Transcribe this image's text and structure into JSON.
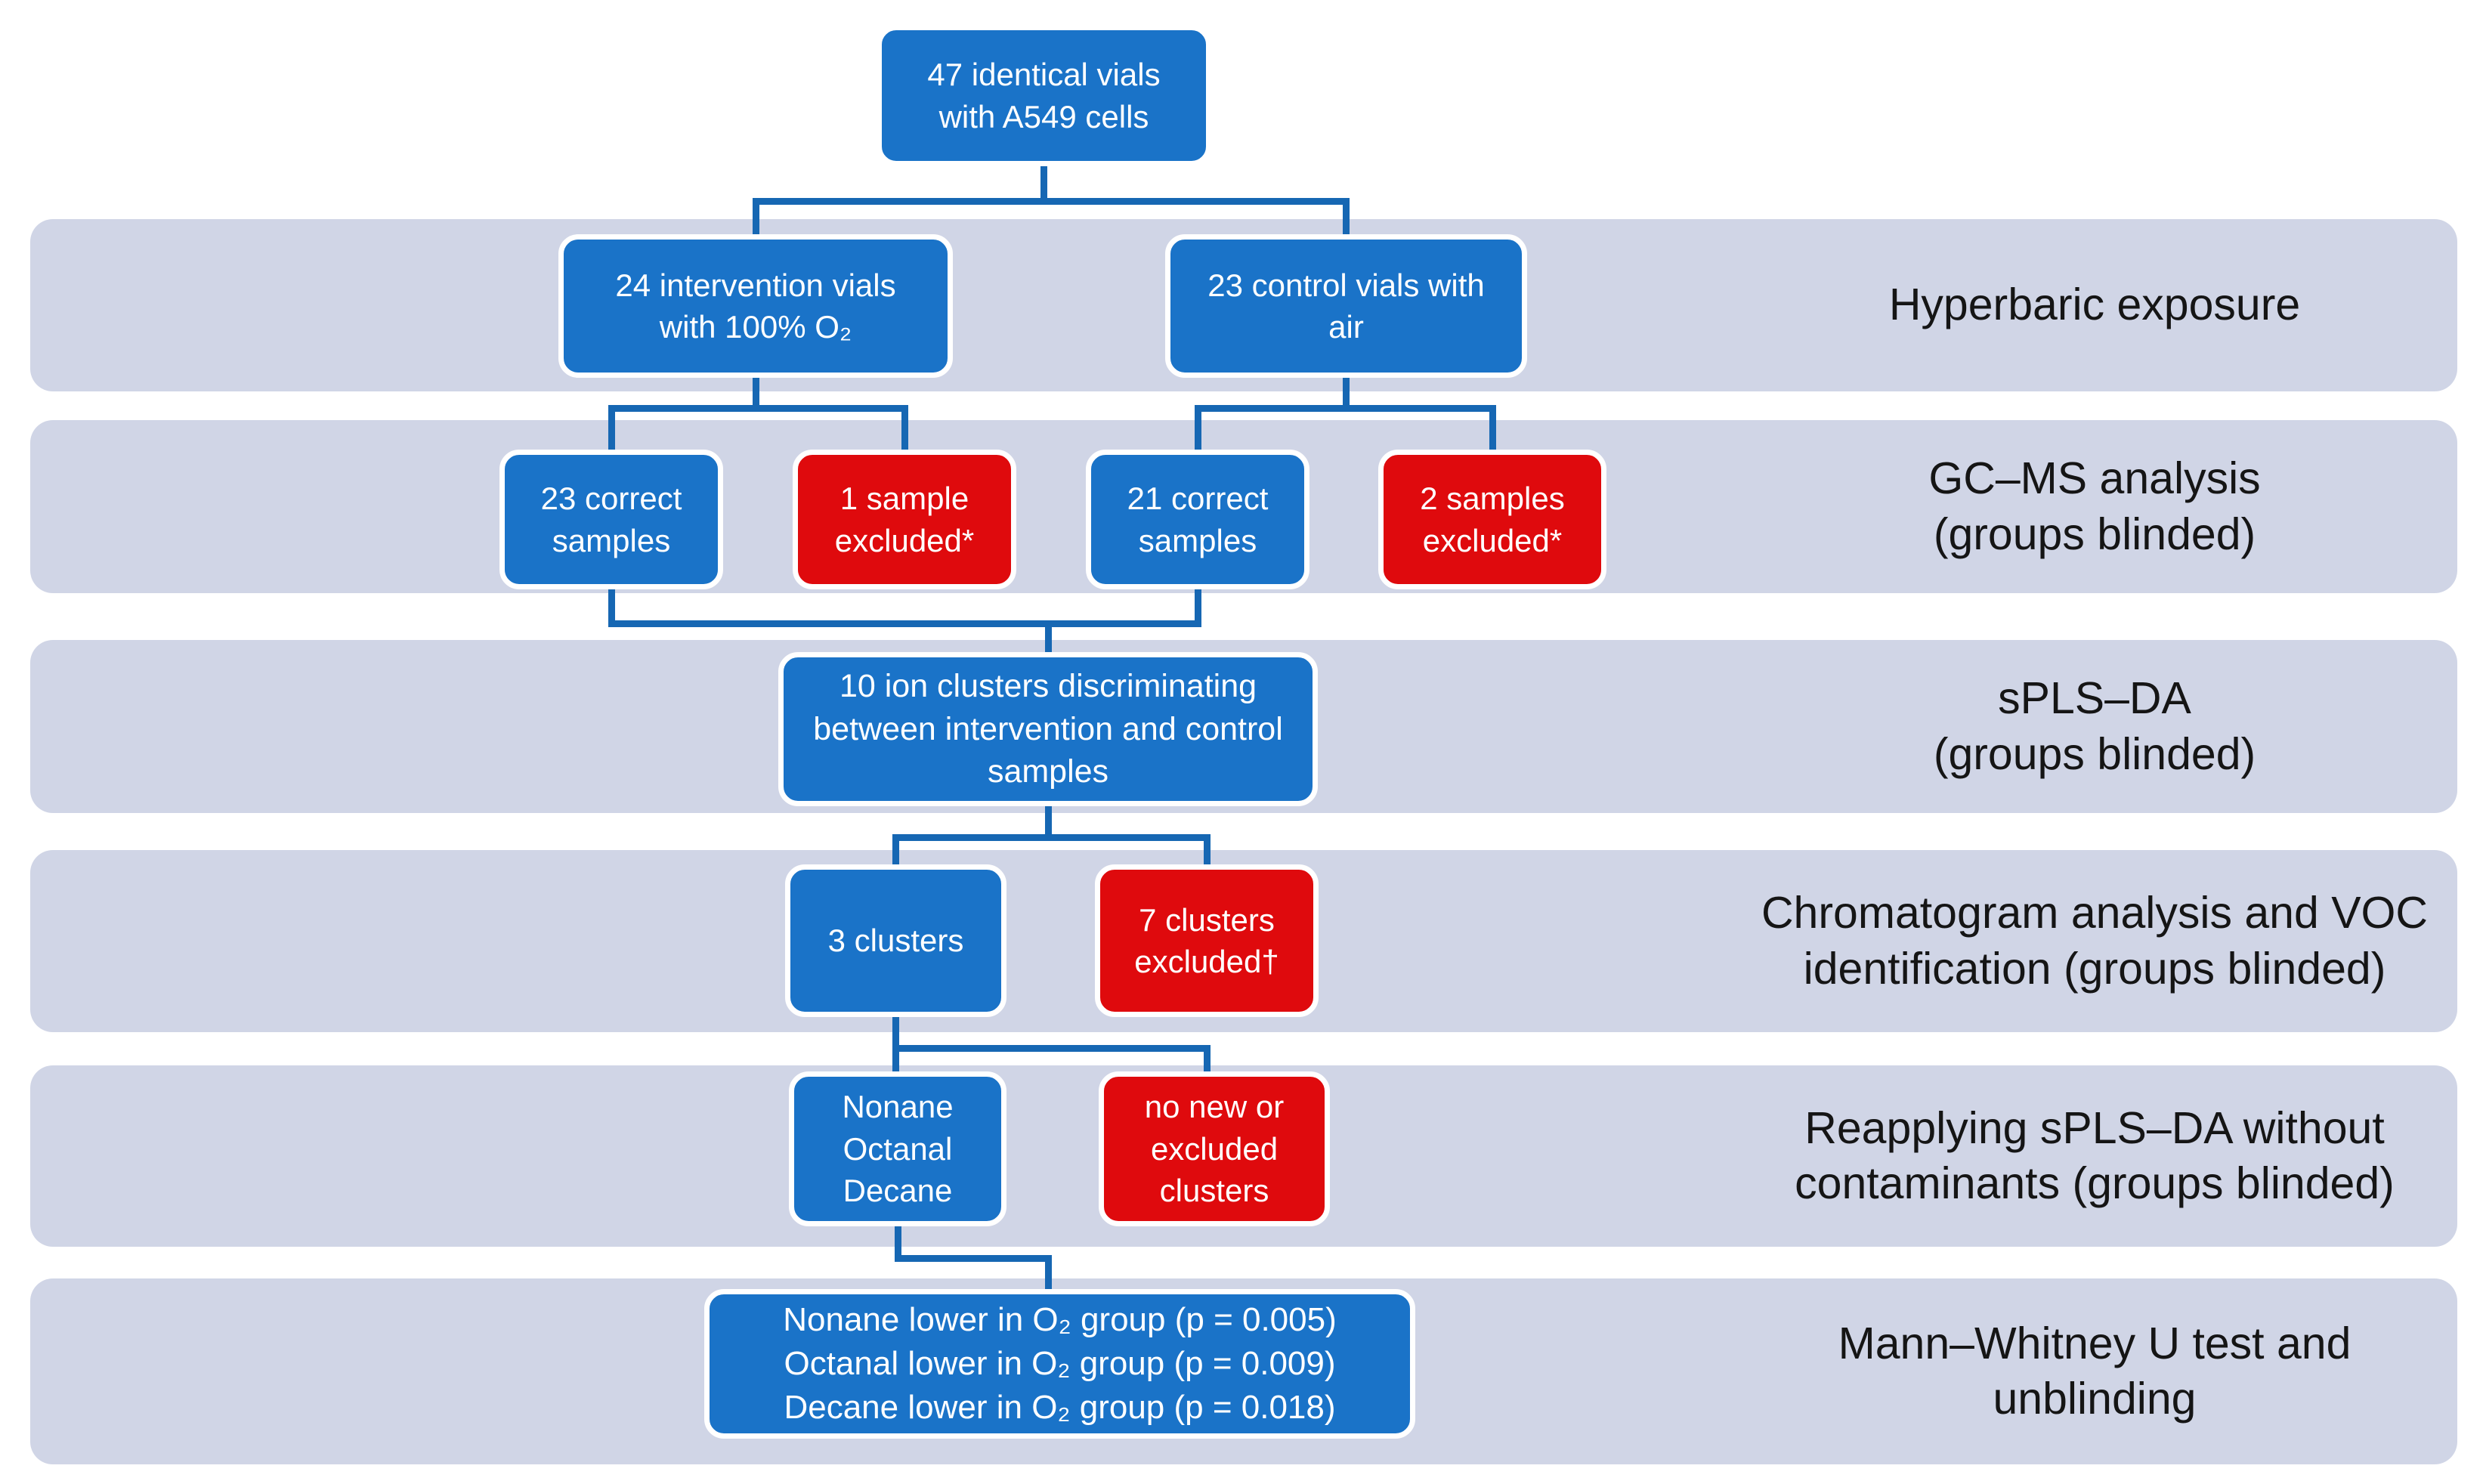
{
  "colors": {
    "box_blue": "#1a73c8",
    "box_red": "#df0a0d",
    "band": "#d0d5e6",
    "connector": "#1667b3"
  },
  "stages": [
    {
      "label_lines": [
        "Hyperbaric exposure",
        ""
      ]
    },
    {
      "label_lines": [
        "GC–MS analysis",
        "(groups blinded)"
      ]
    },
    {
      "label_lines": [
        "sPLS–DA",
        "(groups blinded)"
      ]
    },
    {
      "label_lines": [
        "Chromatogram analysis and VOC",
        "identification (groups blinded)"
      ]
    },
    {
      "label_lines": [
        "Reapplying sPLS–DA without",
        "contaminants (groups blinded)"
      ]
    },
    {
      "label_lines": [
        "Mann–Whitney U test and",
        "unblinding"
      ]
    }
  ],
  "boxes": {
    "start": {
      "type": "blue",
      "lines": [
        "47 identical vials",
        "with A549 cells"
      ]
    },
    "intervention": {
      "type": "blue",
      "lines": [
        "24 intervention vials",
        "with 100% O₂"
      ]
    },
    "control": {
      "type": "blue",
      "lines": [
        "23 control vials with",
        "air"
      ]
    },
    "intervention_correct": {
      "type": "blue",
      "lines": [
        "23 correct",
        "samples"
      ]
    },
    "intervention_excluded": {
      "type": "red",
      "lines": [
        "1 sample",
        "excluded*"
      ]
    },
    "control_correct": {
      "type": "blue",
      "lines": [
        "21 correct",
        "samples"
      ]
    },
    "control_excluded": {
      "type": "red",
      "lines": [
        "2 samples",
        "excluded*"
      ]
    },
    "ion_clusters": {
      "type": "blue",
      "lines": [
        "10 ion clusters discriminating",
        "between intervention and control",
        "samples"
      ]
    },
    "clusters_kept": {
      "type": "blue",
      "lines": [
        "3 clusters"
      ]
    },
    "clusters_excluded": {
      "type": "red",
      "lines": [
        "7 clusters",
        "excluded†"
      ]
    },
    "vocs": {
      "type": "blue",
      "lines": [
        "Nonane",
        "Octanal",
        "Decane"
      ]
    },
    "no_new_clusters": {
      "type": "red",
      "lines": [
        "no new or",
        "excluded",
        "clusters"
      ]
    },
    "results": {
      "type": "blue",
      "lines": [
        "Nonane lower in O₂ group (p = 0.005)",
        "Octanal lower in O₂ group (p = 0.009)",
        "Decane lower in O₂ group (p = 0.018)"
      ]
    }
  }
}
